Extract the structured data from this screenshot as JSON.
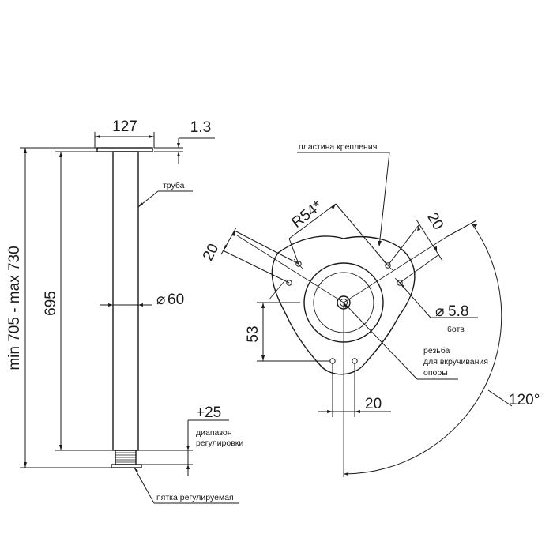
{
  "leg": {
    "dim_plate_width": "127",
    "dim_plate_thickness": "1.3",
    "dim_total_height": "min 705 - max 730",
    "dim_tube_length": "695",
    "dim_tube_diameter": "60",
    "dim_adjust": "+25",
    "label_tube": "труба",
    "label_adjust_1": "диапазон",
    "label_adjust_2": "регулировки",
    "label_foot": "пятка регулируемая"
  },
  "plate": {
    "label_plate": "пластина крепления",
    "dim_radius": "R54*",
    "dim_hole_spacing_left": "20",
    "dim_hole_spacing_right": "20",
    "dim_hole_spacing_bottom": "20",
    "dim_height": "53",
    "dim_hole_diameter": "5.8",
    "label_holes_count": "6отв",
    "label_thread_1": "резьба",
    "label_thread_2": "для вкручивания",
    "label_thread_3": "опоры",
    "dim_angle": "120°"
  },
  "symbols": {
    "diameter": "⌀"
  }
}
